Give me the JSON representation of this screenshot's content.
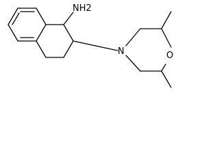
{
  "molecule": {
    "atom_labels": {
      "amine": "NH2",
      "nitrogen": "N",
      "oxygen": "O"
    },
    "line_color": "#000000",
    "background": "#ffffff"
  }
}
